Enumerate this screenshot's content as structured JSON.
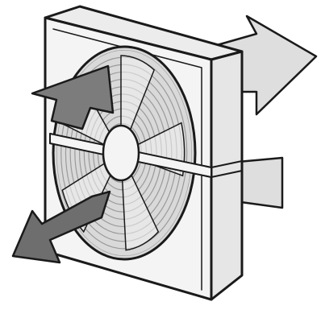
{
  "figure": {
    "subject": "fan-unit-airflow",
    "colors": {
      "panel_front": "#f4f4f4",
      "panel_side": "#e6e6e6",
      "panel_top": "#ececec",
      "outline": "#1a1a1a",
      "grille_light": "#f2f2f2",
      "grille_shade": "#d9d9d9",
      "grille_ring": "#9a9a9a",
      "arrow_dark": "#6e6e6e",
      "arrow_mid": "#7c7c7c",
      "arrow_light": "#dedede"
    },
    "elements": {
      "intake_arrows": 2,
      "exhaust_arrows": 2,
      "fan_blades": 5,
      "grille_rings": 14
    }
  }
}
